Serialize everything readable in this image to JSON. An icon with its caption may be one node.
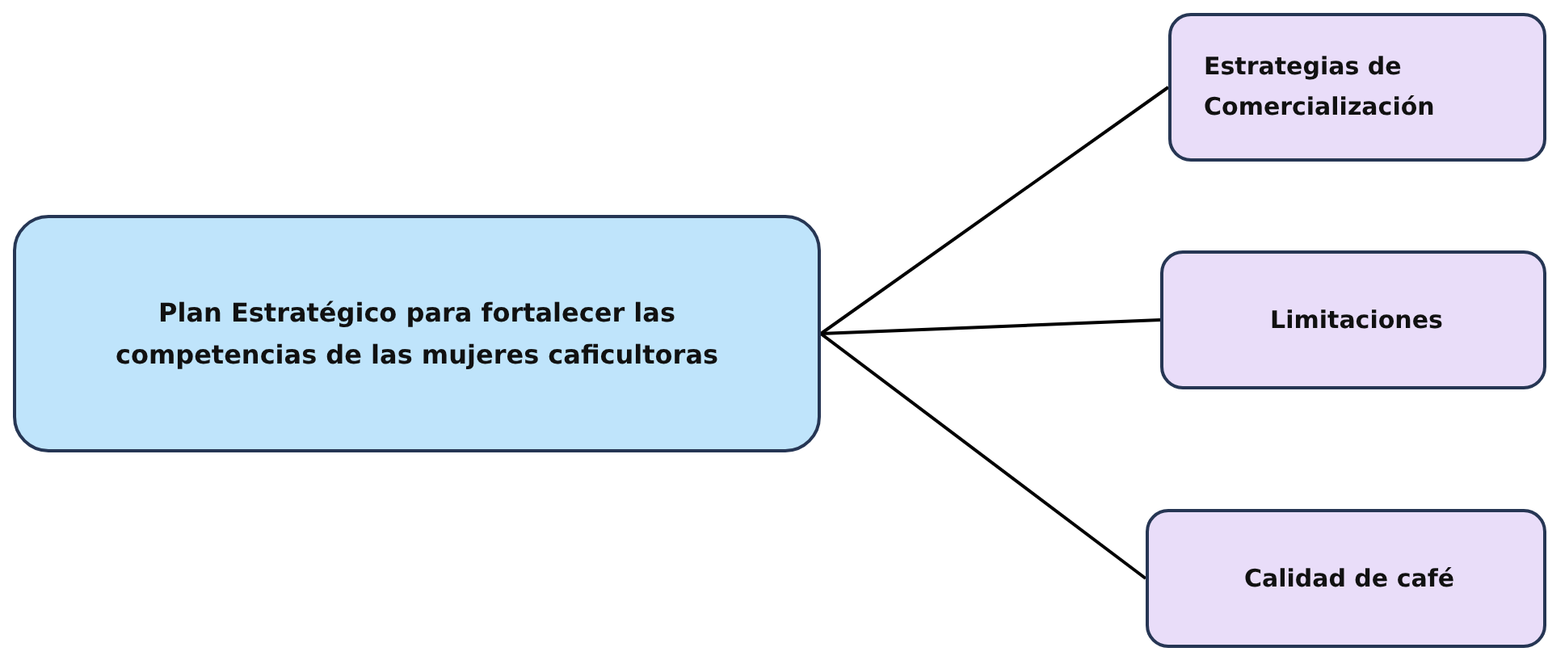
{
  "diagram": {
    "nodes": [
      {
        "text": [
          "Plan Estratégico para fortalecer las competencias de las mujeres caficultoras"
        ]
      },
      {
        "text": [
          "Estrategias de Comercialización"
        ]
      },
      {
        "text": [
          "Limitaciones"
        ]
      },
      {
        "text": [
          "Calidad de café"
        ]
      }
    ],
    "edges": [
      {
        "from": 0,
        "to": 1,
        "arrow": "none"
      },
      {
        "from": 0,
        "to": 2,
        "arrow": "none"
      },
      {
        "from": 0,
        "to": 3,
        "arrow": "none"
      }
    ]
  }
}
